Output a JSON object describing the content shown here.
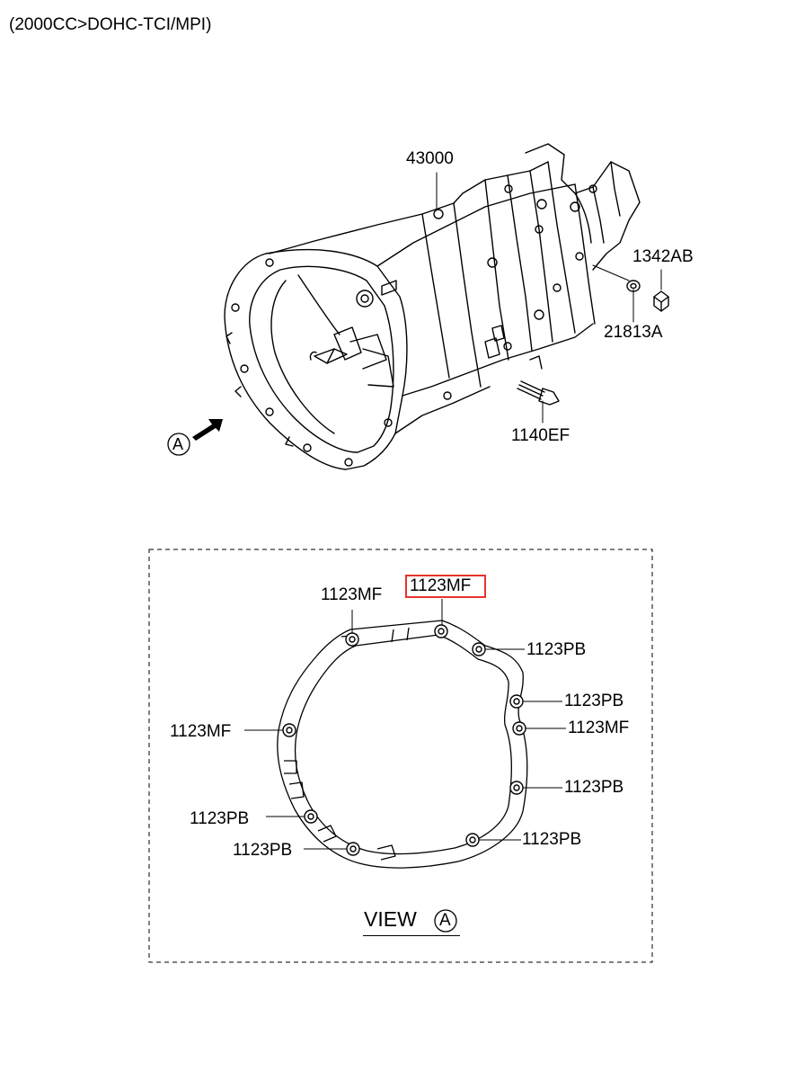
{
  "caption": "(2000CC>DOHC-TCI/MPI)",
  "top_view": {
    "part_labels": [
      "43000",
      "1342AB",
      "21813A",
      "1140EF"
    ],
    "view_arrow_letter": "A"
  },
  "view_a": {
    "title": "VIEW",
    "letter": "A",
    "highlighted_label": "1123MF",
    "bolt_labels": [
      "1123MF",
      "1123PB",
      "1123PB",
      "1123MF",
      "1123MF",
      "1123PB",
      "1123PB",
      "1123PB",
      "1123PB"
    ]
  },
  "colors": {
    "highlight": "#e8332c",
    "line": "#000000"
  }
}
